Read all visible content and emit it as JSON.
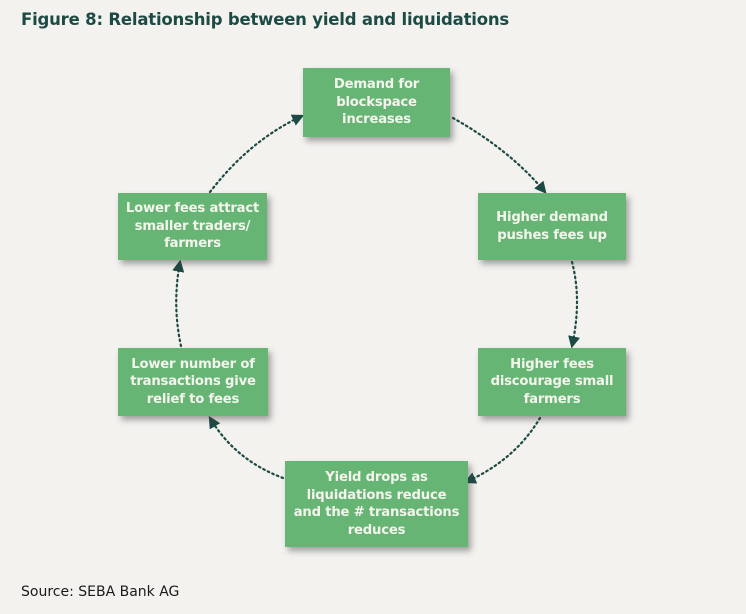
{
  "title": "Figure 8: Relationship between yield and liquidations",
  "source": "Source: SEBA Bank AG",
  "colors": {
    "box_fill": "#66b575",
    "box_text": "#f4f4ec",
    "arrow": "#1d4a44",
    "title": "#1d4a44",
    "background": "#f3f2ef"
  },
  "cycle": {
    "direction": "clockwise",
    "nodes": [
      {
        "id": "n1",
        "label": "Demand for blockspace increases"
      },
      {
        "id": "n2",
        "label": "Higher demand pushes fees up"
      },
      {
        "id": "n3",
        "label": "Higher fees discourage small farmers"
      },
      {
        "id": "n4",
        "label": "Yield drops as liquidations reduce and the # transactions reduces"
      },
      {
        "id": "n5",
        "label": "Lower number of transactions give relief to fees"
      },
      {
        "id": "n6",
        "label": "Lower fees attract smaller traders/ farmers"
      }
    ],
    "edges": [
      {
        "from": "n1",
        "to": "n2",
        "style": "dotted"
      },
      {
        "from": "n2",
        "to": "n3",
        "style": "dotted"
      },
      {
        "from": "n3",
        "to": "n4",
        "style": "dotted"
      },
      {
        "from": "n4",
        "to": "n5",
        "style": "dotted"
      },
      {
        "from": "n5",
        "to": "n6",
        "style": "dotted"
      },
      {
        "from": "n6",
        "to": "n1",
        "style": "dotted"
      }
    ]
  }
}
